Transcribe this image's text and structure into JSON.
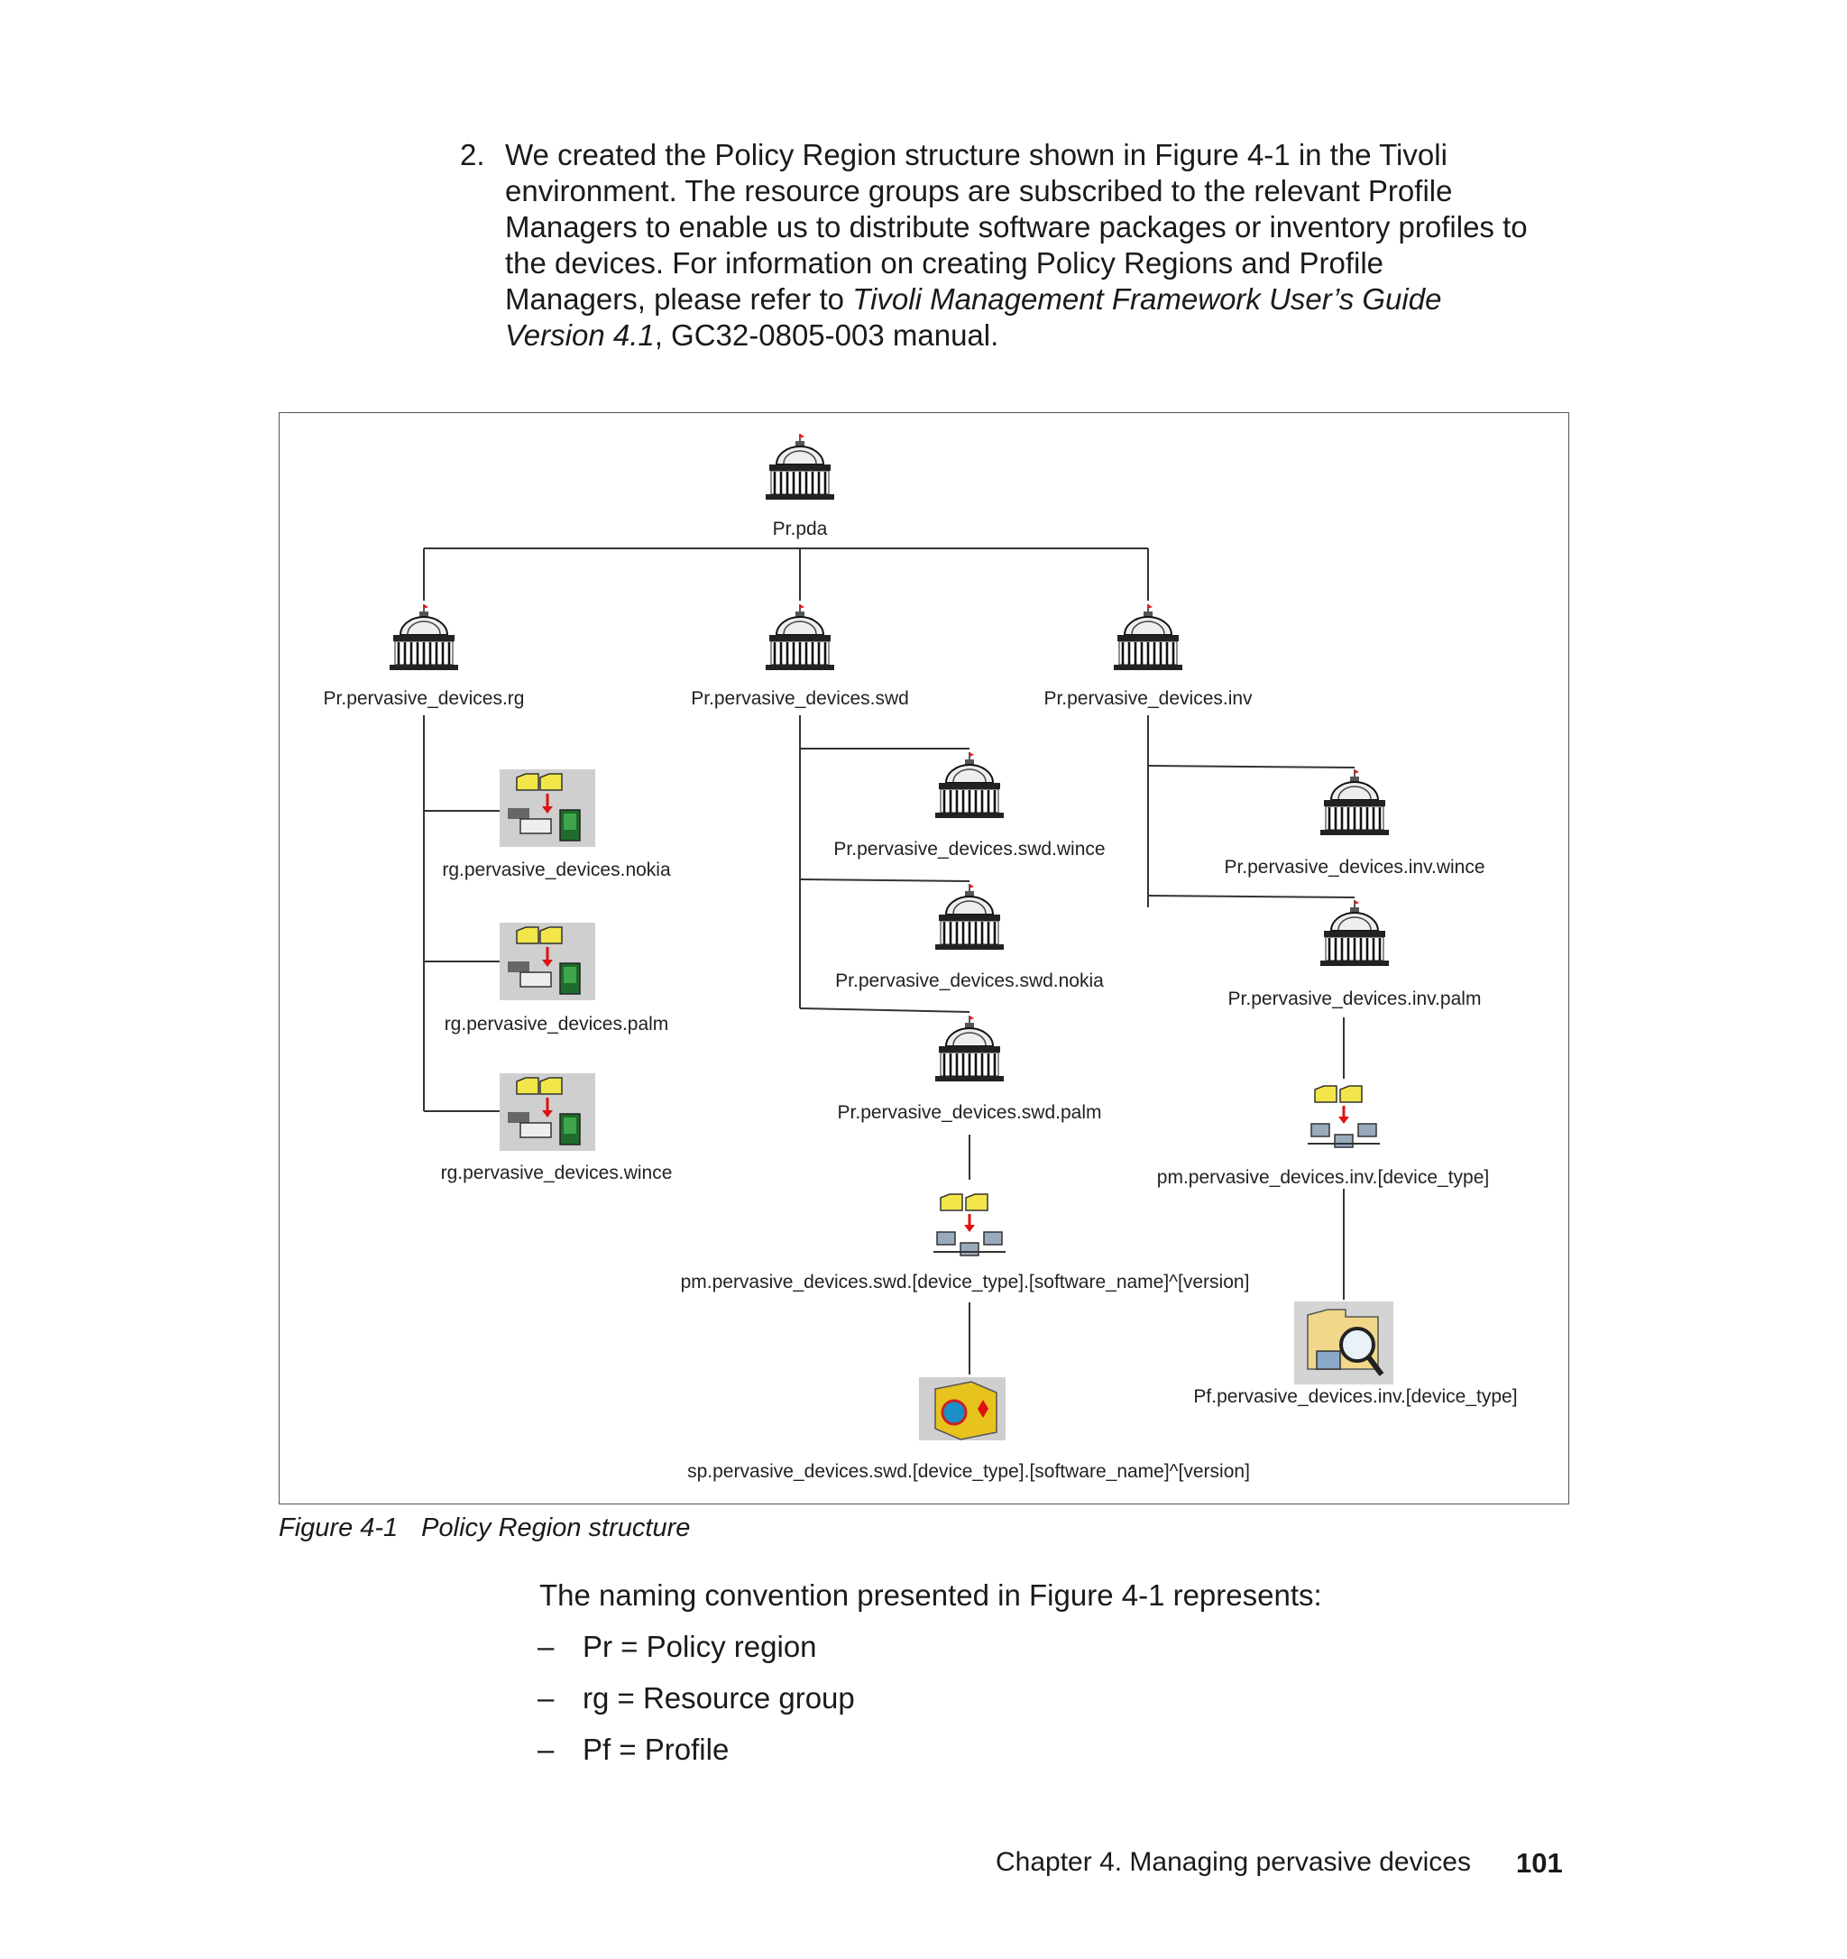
{
  "paragraph": {
    "number": "2.",
    "line1": "We created the Policy Region structure shown in Figure 4-1 in the Tivoli",
    "line2": "environment. The resource groups are subscribed to the relevant Profile",
    "line3": "Managers to enable us to distribute software packages or inventory profiles to",
    "line4": "the devices. For information on creating Policy Regions and Profile",
    "line5_pre": "Managers, please refer to ",
    "line5_italic": "Tivoli Management Framework User’s Guide",
    "line6_italic": "Version 4.1",
    "line6_post": ", GC32-0805-003 manual."
  },
  "figure": {
    "nodes": {
      "pr_pda": "Pr.pda",
      "pr_rg": "Pr.pervasive_devices.rg",
      "pr_swd": "Pr.pervasive_devices.swd",
      "pr_inv": "Pr.pervasive_devices.inv",
      "rg_nokia": "rg.pervasive_devices.nokia",
      "rg_palm": "rg.pervasive_devices.palm",
      "rg_wince": "rg.pervasive_devices.wince",
      "swd_wince": "Pr.pervasive_devices.swd.wince",
      "swd_nokia": "Pr.pervasive_devices.swd.nokia",
      "swd_palm": "Pr.pervasive_devices.swd.palm",
      "inv_wince": "Pr.pervasive_devices.inv.wince",
      "inv_palm": "Pr.pervasive_devices.inv.palm",
      "pm_swd": "pm.pervasive_devices.swd.[device_type].[software_name]^[version]",
      "sp_swd": "sp.pervasive_devices.swd.[device_type].[software_name]^[version]",
      "pm_inv": "pm.pervasive_devices.inv.[device_type]",
      "pf_inv": "Pf.pervasive_devices.inv.[device_type]"
    },
    "icons": {
      "policy_region": "policy-region-building-icon",
      "resource_group": "resource-group-icon",
      "profile_manager": "profile-manager-icon",
      "software_package": "software-package-icon",
      "inventory_profile": "inventory-profile-icon"
    },
    "caption_label": "Figure 4-1",
    "caption_title": "Policy Region structure"
  },
  "naming": {
    "intro": "The naming convention presented in Figure 4-1 represents:",
    "items": [
      {
        "dash": "–",
        "text": "Pr = Policy region"
      },
      {
        "dash": "–",
        "text": "rg = Resource group"
      },
      {
        "dash": "–",
        "text": "Pf = Profile"
      }
    ]
  },
  "footer": {
    "chapter": "Chapter 4. Managing pervasive devices",
    "page": "101"
  }
}
